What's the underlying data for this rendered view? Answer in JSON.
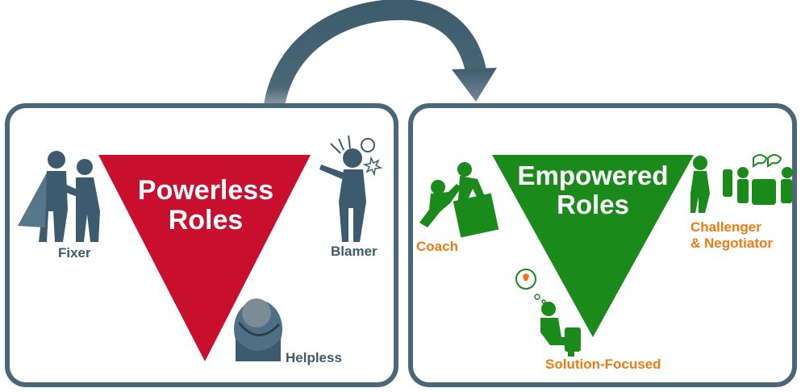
{
  "left_panel": {
    "title_line1": "Powerless",
    "title_line2": "Roles",
    "triangle_color": "#c8102e",
    "roles": {
      "fixer": "Fixer",
      "blamer": "Blamer",
      "helpless": "Helpless"
    },
    "label_color": "#3d5b6e"
  },
  "right_panel": {
    "title_line1": "Empowered",
    "title_line2": "Roles",
    "triangle_color": "#1a8a1a",
    "roles": {
      "coach": "Coach",
      "challenger_line1": "Challenger",
      "challenger_line2": "& Negotiator",
      "solution": "Solution-Focused"
    },
    "label_color": "#ee7a14"
  },
  "colors": {
    "panel_border": "#4a6778",
    "arrow": "#4a6778",
    "figure_blue": "#3d5b6e",
    "figure_green": "#1a8a1a"
  },
  "icons": [
    "fixer-figures-icon",
    "blamer-figure-icon",
    "helpless-figure-icon",
    "coach-figures-icon",
    "negotiation-table-icon",
    "thinking-figure-icon",
    "curved-arrow-icon"
  ]
}
